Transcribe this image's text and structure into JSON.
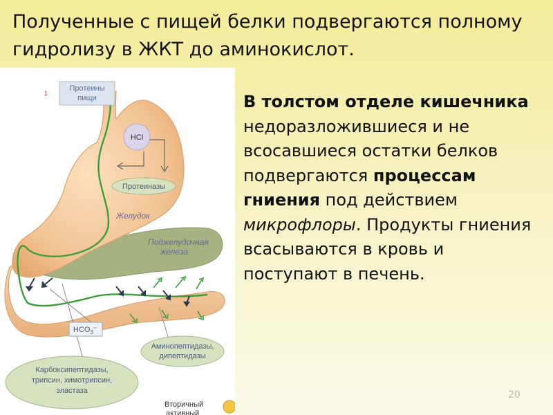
{
  "slide": {
    "title": "Полученные с пищей белки подвергаются полному гидролизу в ЖКТ до аминокислот.",
    "number": "20"
  },
  "text_block": {
    "heading": "В толстом отделе кишечника",
    "part1": " недоразложившиеся и не всосавшиеся остатки белков подвергаются ",
    "bold": "процессам гниения",
    "part2": " под действием ",
    "italic": "микрофлоры",
    "part3": ". Продукты гниения всасываются в кровь и поступают в печень."
  },
  "diagram": {
    "marker": "1",
    "proteins_label_line1": "Протеины",
    "proteins_label_line2": "пищи",
    "hcl_label": "HCl",
    "proteinases_label": "Протеиназы",
    "stomach_label": "Желудок",
    "pancreas_label_line1": "Поджелудочная",
    "pancreas_label_line2": "железа",
    "hco3_label": "HCO",
    "hco3_sub": "3",
    "hco3_charge": "−",
    "aminopeptidases_line1": "Аминопептидазы,",
    "aminopeptidases_line2": "дипептидазы",
    "carboxy_line1": "Карбоксипептидазы,",
    "carboxy_line2": "трипсин, химотрипсин,",
    "carboxy_line3": "эластаза",
    "secondary_line1": "Вторичный",
    "secondary_line2": "активный"
  },
  "colors": {
    "background_top": "#f3ec98",
    "background_bottom": "#fbfae8",
    "stomach": "#f3c595",
    "pancreas": "#a8b384",
    "pathway": "#3a9e3a",
    "label_text": "#6a6a9c"
  }
}
